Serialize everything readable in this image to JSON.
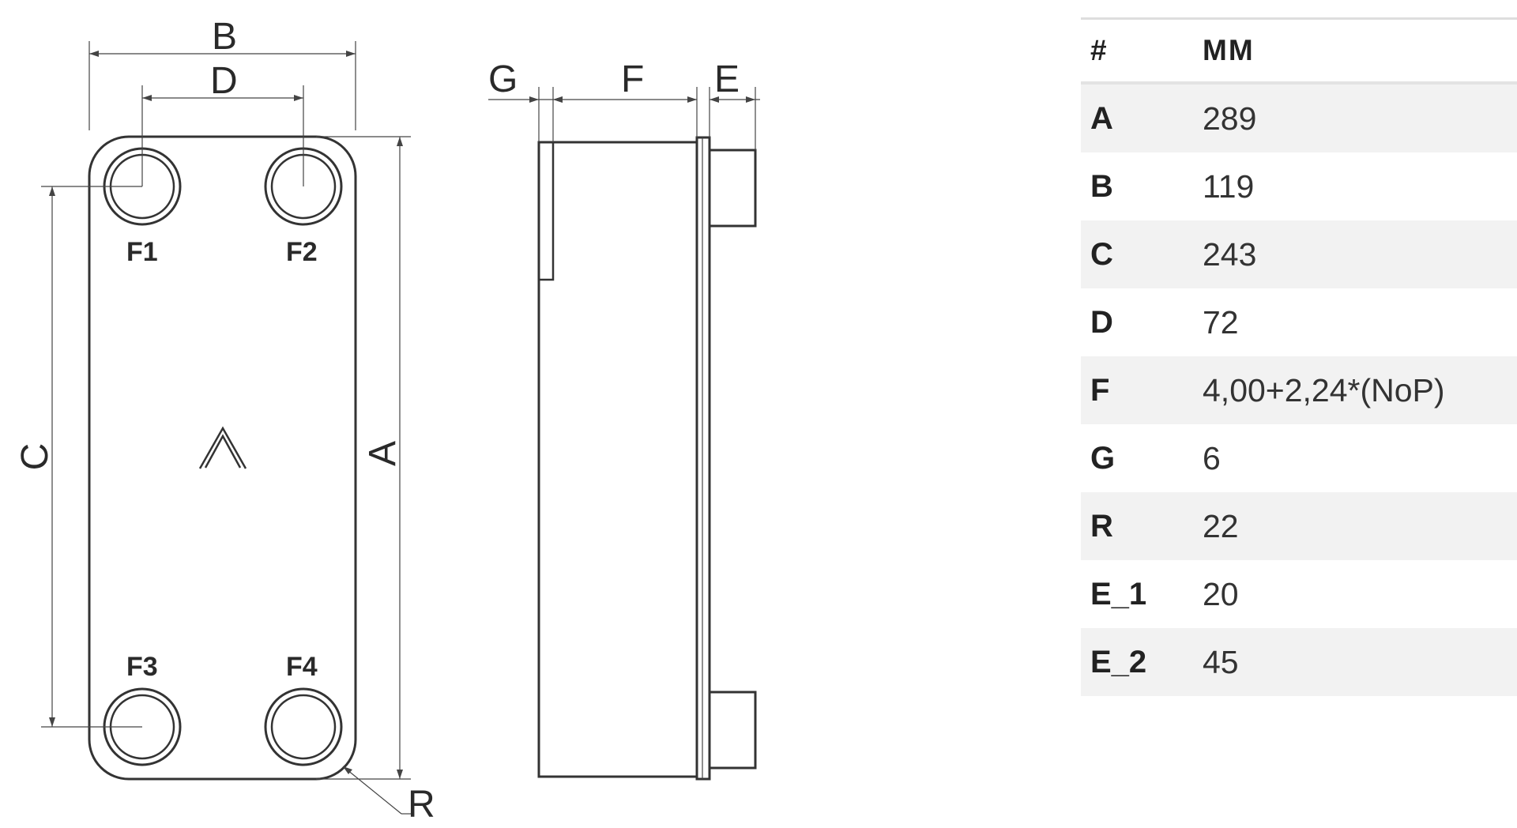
{
  "drawing": {
    "dimension_labels": {
      "A": "A",
      "B": "B",
      "C": "C",
      "D": "D",
      "E": "E",
      "F": "F",
      "G": "G",
      "R": "R"
    },
    "port_labels": {
      "F1": "F1",
      "F2": "F2",
      "F3": "F3",
      "F4": "F4"
    },
    "chevron_symbol": "^"
  },
  "spec_table": {
    "header": {
      "key": "#",
      "value": "MM"
    },
    "rows": [
      {
        "key": "A",
        "value": "289"
      },
      {
        "key": "B",
        "value": "119"
      },
      {
        "key": "C",
        "value": "243"
      },
      {
        "key": "D",
        "value": "72"
      },
      {
        "key": "F",
        "value": "4,00+2,24*(NoP)"
      },
      {
        "key": "G",
        "value": "6"
      },
      {
        "key": "R",
        "value": "22"
      },
      {
        "key": "E_1",
        "value": "20"
      },
      {
        "key": "E_2",
        "value": "45"
      }
    ]
  }
}
